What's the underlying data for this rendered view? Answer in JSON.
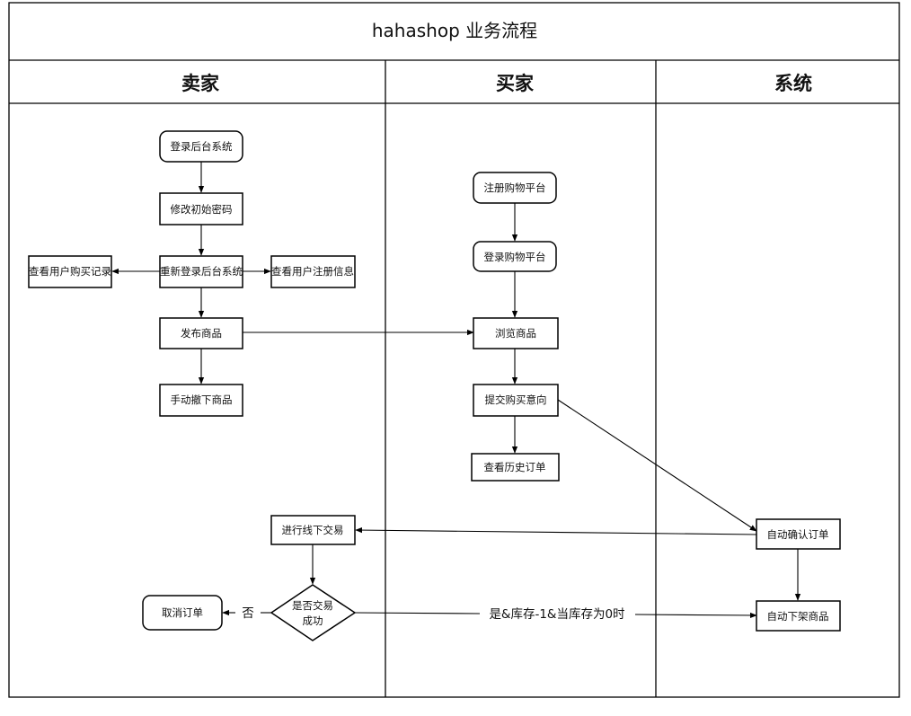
{
  "title": "hahashop 业务流程",
  "lanes": {
    "seller": "卖家",
    "buyer": "买家",
    "system": "系统"
  },
  "nodes": {
    "login_admin": "登录后台系统",
    "change_password": "修改初始密码",
    "relogin_admin": "重新登录后台系统",
    "view_purchase_records": "查看用户购买记录",
    "view_registration_info": "查看用户注册信息",
    "publish_product": "发布商品",
    "manual_delist": "手动撤下商品",
    "offline_trade": "进行线下交易",
    "trade_success_line1": "是否交易",
    "trade_success_line2": "成功",
    "cancel_order": "取消订单",
    "register_platform": "注册购物平台",
    "login_platform": "登录购物平台",
    "browse_products": "浏览商品",
    "submit_intent": "提交购买意向",
    "view_history_orders": "查看历史订单",
    "auto_confirm_order": "自动确认订单",
    "auto_delist": "自动下架商品"
  },
  "edge_labels": {
    "no": "否",
    "yes_stock": "是&库存-1&当库存为0时"
  },
  "colors": {
    "line": "#000000",
    "background": "#ffffff"
  }
}
